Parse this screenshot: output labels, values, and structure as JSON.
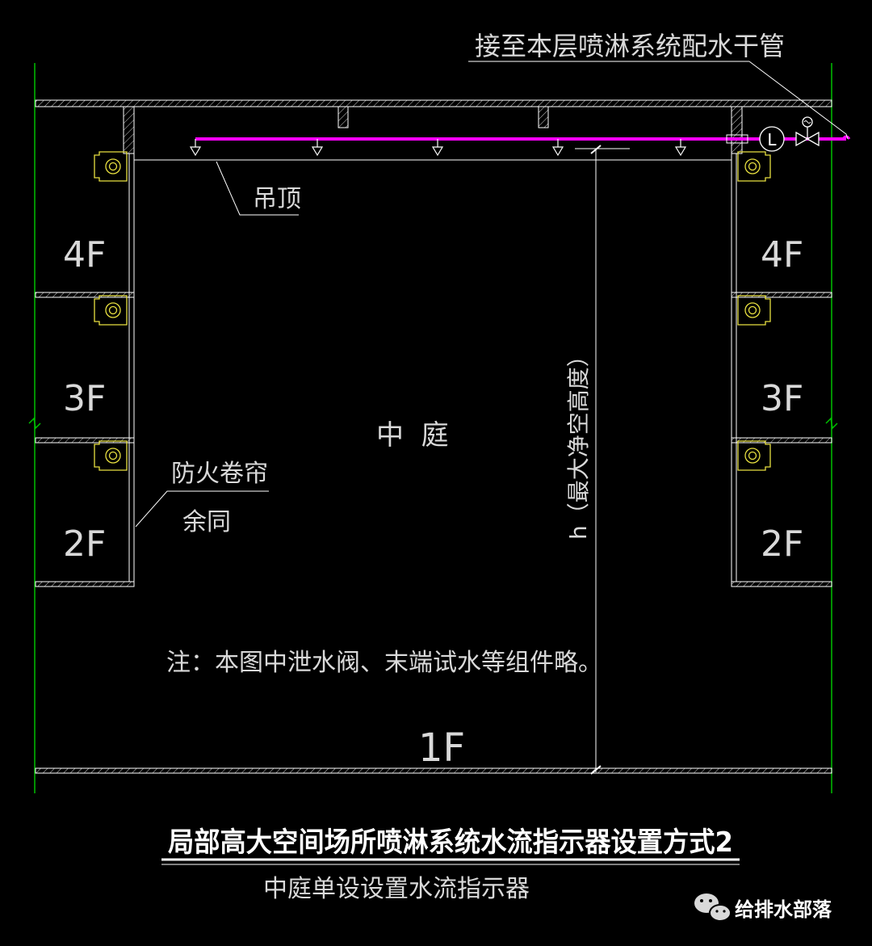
{
  "labels": {
    "main_pipe": "接至本层喷淋系统配水干管",
    "ceiling": "吊顶",
    "atrium": "中  庭",
    "clear_height": "h（最大净空高度）",
    "fire_shutter": "防火卷帘",
    "fire_shutter_note": "余同",
    "note": "注：本图中泄水阀、末端试水等组件略。",
    "flow_indicator_symbol": "L"
  },
  "floors": {
    "left": [
      "4F",
      "3F",
      "2F"
    ],
    "right": [
      "4F",
      "3F",
      "2F"
    ],
    "ground": "1F"
  },
  "title": {
    "main": "局部高大空间场所喷淋系统水流指示器设置方式2",
    "sub": "中庭单设设置水流指示器"
  },
  "watermark": {
    "text": "给排水部落",
    "icon": "wechat-icon"
  },
  "colors": {
    "background": "#000000",
    "line": "#ffffff",
    "pipe": "#ff00ff",
    "grid": "#00c000",
    "text": "#d9d9d9"
  }
}
